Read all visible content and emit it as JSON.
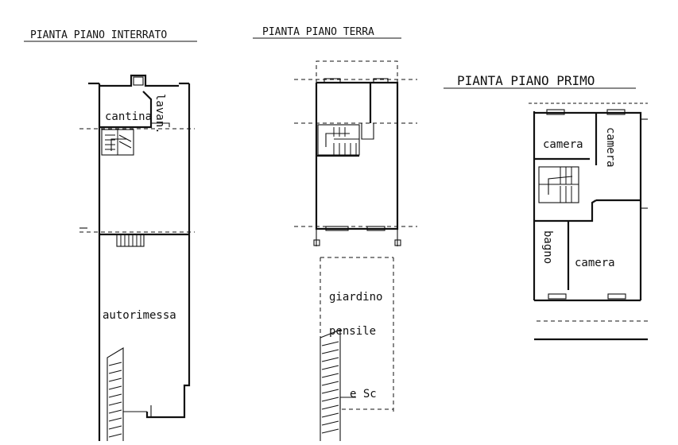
{
  "titles": {
    "basement": "PIANTA  PIANO  INTERRATO",
    "ground": "PIANTA  PIANO  TERRA",
    "first": "PIANTA  PIANO  PRIMO"
  },
  "rooms": {
    "cantina": "cantina",
    "lavan": "lavan.",
    "autorimessa": "autorimessa",
    "giardino": "giardino",
    "pensile": "pensile",
    "esc": "e Sc",
    "camera_1": "camera",
    "camera_2": "camera",
    "camera_3": "camera",
    "bagno": "bagno"
  }
}
